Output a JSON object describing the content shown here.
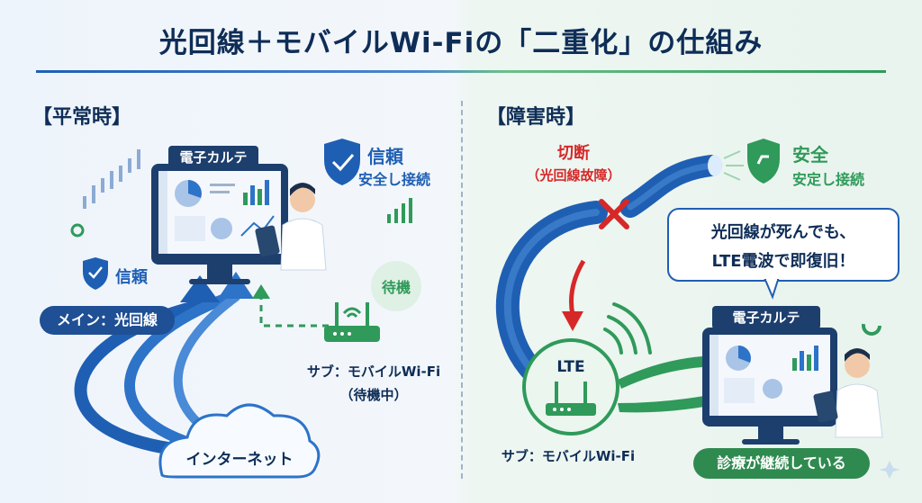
{
  "title": "光回線＋モバイルWi-Fiの「二重化」の仕組み",
  "normal": {
    "label": "【平常時】",
    "ehr_label": "電子カルテ",
    "trust_title": "信頼",
    "trust_sub": "安全し接続",
    "trust_small": "信頼",
    "main_line": "メイン：光回線",
    "standby_badge": "待機",
    "sub_line": "サブ：モバイルWi-Fi",
    "sub_status": "（待機中）",
    "internet": "インターネット"
  },
  "failure": {
    "label": "【障害時】",
    "cut_title": "切断",
    "cut_sub": "（光回線故障）",
    "safe_title": "安全",
    "safe_sub": "安定し接続",
    "callout_line1": "光回線が死んでも、",
    "callout_line2": "LTE電波で即復旧！",
    "router_label": "LTE",
    "ehr_label": "電子カルテ",
    "sub_line": "サブ：モバイルWi-Fi",
    "status": "診療が継続している"
  },
  "colors": {
    "navy": "#0e2d57",
    "blue": "#1f5fb3",
    "green": "#2f9a5a",
    "red": "#d62828"
  }
}
